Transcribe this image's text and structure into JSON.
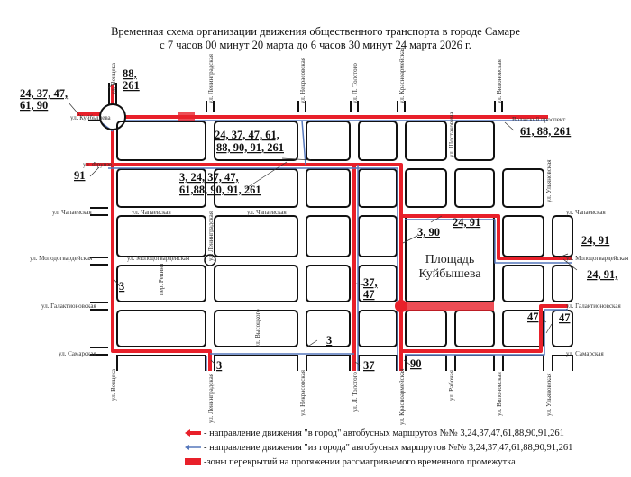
{
  "title": {
    "line1": "Временная схема организации движения общественного транспорта в городе Самаре",
    "line2": "с 7 часов 00 минут 20 марта до 6 часов 30 минут 24 марта 2026 г."
  },
  "streets": {
    "venckaya": "ул. Венцека",
    "leningradskaya": "ул. Ленинградская",
    "nekrasovskaya": "ул. Некрасовская",
    "tolstogo": "ул. Л. Толстого",
    "krasnoarmeyskaya": "ул. Красноармейская",
    "rabochaya": "ул. Рабочая",
    "vilonovskaya": "ул. Вилоновская",
    "ulyanovskaya": "ул. Ульяновская",
    "shostakovicha": "ул. Шостаковича",
    "repina": "пер. Репина",
    "vysotskogo": "ул. Высоцкого",
    "kuybysheva": "ул. Куйбышева",
    "volzhsky": "Волжский проспект",
    "frunze": "ул. Фрунзе",
    "chapaevskaya": "ул. Чапаевская",
    "molodogvardeyskaya": "ул. Молодогвардейская",
    "galaktionovskaya": "ул. Галактионовская",
    "samarskaya": "ул. Самарская"
  },
  "square_label": {
    "line1": "Площадь",
    "line2": "Куйбышева"
  },
  "routes": {
    "kuyb_l1": "24, 37, 47,",
    "kuyb_l2": "61, 90",
    "venc_l1": "88,",
    "venc_l2": "261",
    "frunze_top_l1": "24, 37, 47, 61,",
    "frunze_top_l2": "88, 90, 91, 261",
    "frunze_bot_l1": "3, 24, 37,  47,",
    "frunze_bot_l2": "61,88, 90, 91, 261",
    "frunze_91": "91",
    "volzh": "61, 88, 261",
    "chap_24": "24, 91",
    "kr_390": "3, 90",
    "molod_top": "24,  91",
    "molod_bot": "24, 91,",
    "tol_37": "37,",
    "tol_47": "47",
    "venc_3": "3",
    "vys_3": "3",
    "len_3": "3",
    "tol_37b": "37",
    "kr_90": "90",
    "gal_47a": "47",
    "gal_47b": "47"
  },
  "legend": {
    "inbound": "- направление движения \"в город\" автобусных маршрутов №№ 3,24,37,47,61,88,90,91,261",
    "outbound": "- направление движения \"из города\" автобусных маршрутов №№ 3,24,37,47,61,88,90,91,261",
    "closure": "-зоны перекрытий на протяжении рассматриваемого временного промежутка"
  },
  "colors": {
    "inbound": "#e8202a",
    "outbound": "#5577bb",
    "closure": "#e8202a",
    "street": "#111111"
  }
}
